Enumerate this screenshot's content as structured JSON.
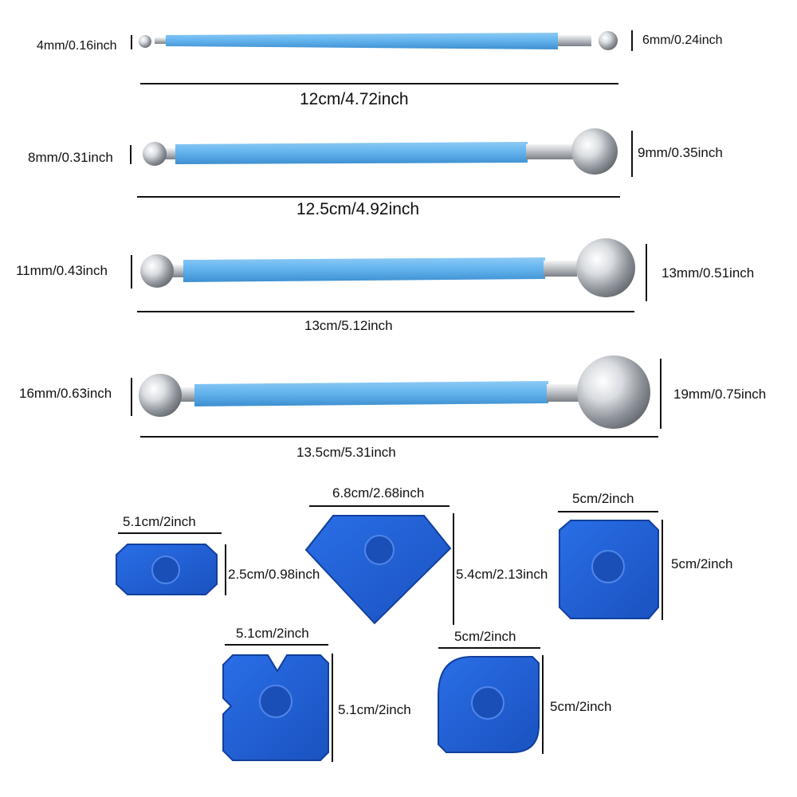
{
  "colors": {
    "handle": "#64b4ee",
    "handle_shadow": "#3d8fd0",
    "scraper": "#1f5fd6",
    "scraper_dark": "#123f9c",
    "metal": "#c8cbd0"
  },
  "stylus_tools": [
    {
      "left_size": "4mm/0.16inch",
      "right_size": "6mm/0.24inch",
      "length": "12cm/4.72inch"
    },
    {
      "left_size": "8mm/0.31inch",
      "right_size": "9mm/0.35inch",
      "length": "12.5cm/4.92inch"
    },
    {
      "left_size": "11mm/0.43inch",
      "right_size": "13mm/0.51inch",
      "length": "13cm/5.12inch"
    },
    {
      "left_size": "16mm/0.63inch",
      "right_size": "19mm/0.75inch",
      "length": "13.5cm/5.31inch"
    }
  ],
  "scrapers": [
    {
      "shape": "rectangle",
      "width": "5.1cm/2inch",
      "height": "2.5cm/0.98inch"
    },
    {
      "shape": "diamond",
      "width": "6.8cm/2.68inch",
      "height": "5.4cm/2.13inch"
    },
    {
      "shape": "square",
      "width": "5cm/2inch",
      "height": "5cm/2inch"
    },
    {
      "shape": "notched",
      "width": "5.1cm/2inch",
      "height": "5.1cm/2inch"
    },
    {
      "shape": "leaf",
      "width": "5cm/2inch",
      "height": "5cm/2inch"
    }
  ]
}
